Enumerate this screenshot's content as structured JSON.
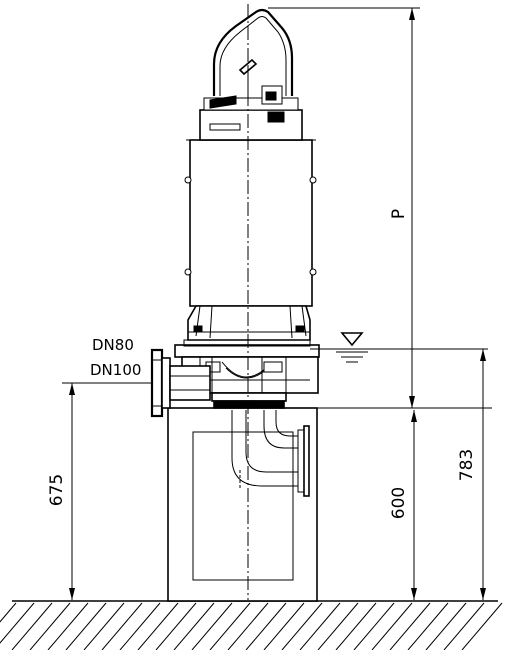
{
  "labels": {
    "pipe_nominal_1": "DN80",
    "pipe_nominal_2": "DN100",
    "dim_outlet_height": "675",
    "dim_base_height": "600",
    "dim_water_level": "783",
    "dim_pump_height": "P"
  },
  "icons": {
    "water_level": "water-level-triangle-icon",
    "ground": "ground-hatch-icon"
  }
}
